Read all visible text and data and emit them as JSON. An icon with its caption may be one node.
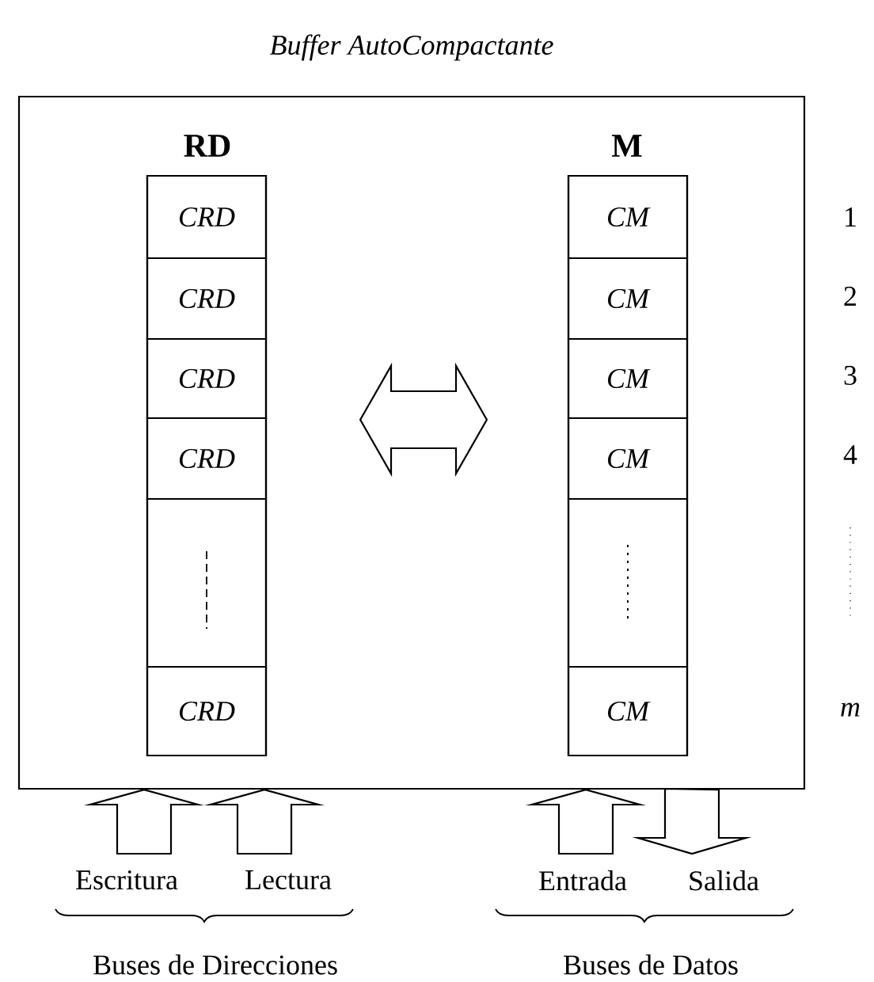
{
  "diagram": {
    "nodes": [
      {
        "text": [
          "Buffer AutoCompactante"
        ]
      },
      {
        "text": [
          "RD"
        ],
        "in": 0
      },
      {
        "text": [
          "CRD"
        ],
        "in": 1
      },
      {
        "text": [
          "CRD"
        ],
        "in": 1
      },
      {
        "text": [
          "CRD"
        ],
        "in": 1
      },
      {
        "text": [
          "CRD"
        ],
        "in": 1
      },
      {
        "text": [],
        "shape": "box",
        "in": 1
      },
      {
        "text": [
          "CRD"
        ],
        "in": 1
      },
      {
        "text": [
          "M"
        ],
        "in": 0
      },
      {
        "text": [
          "CM"
        ],
        "in": 8
      },
      {
        "text": [
          "CM"
        ],
        "in": 8
      },
      {
        "text": [
          "CM"
        ],
        "in": 8
      },
      {
        "text": [
          "CM"
        ],
        "in": 8
      },
      {
        "text": [],
        "shape": "box",
        "in": 8
      },
      {
        "text": [
          "CM"
        ],
        "in": 8
      },
      {
        "text": [
          "Escritura"
        ]
      },
      {
        "text": [
          "Lectura"
        ]
      },
      {
        "text": [
          "Entrada"
        ]
      },
      {
        "text": [
          "Salida"
        ]
      }
    ],
    "edges": [
      {
        "from": 1,
        "to": 8,
        "arrow": "both"
      },
      {
        "from": 15,
        "to": 0,
        "arrow": "to"
      },
      {
        "from": 16,
        "to": 0,
        "arrow": "to"
      },
      {
        "from": 17,
        "to": 0,
        "arrow": "to"
      },
      {
        "from": 0,
        "to": 18,
        "arrow": "to"
      }
    ],
    "labels": [
      "1",
      "2",
      "3",
      "4",
      "m",
      "Buses de Direcciones",
      "Buses de Datos"
    ]
  }
}
